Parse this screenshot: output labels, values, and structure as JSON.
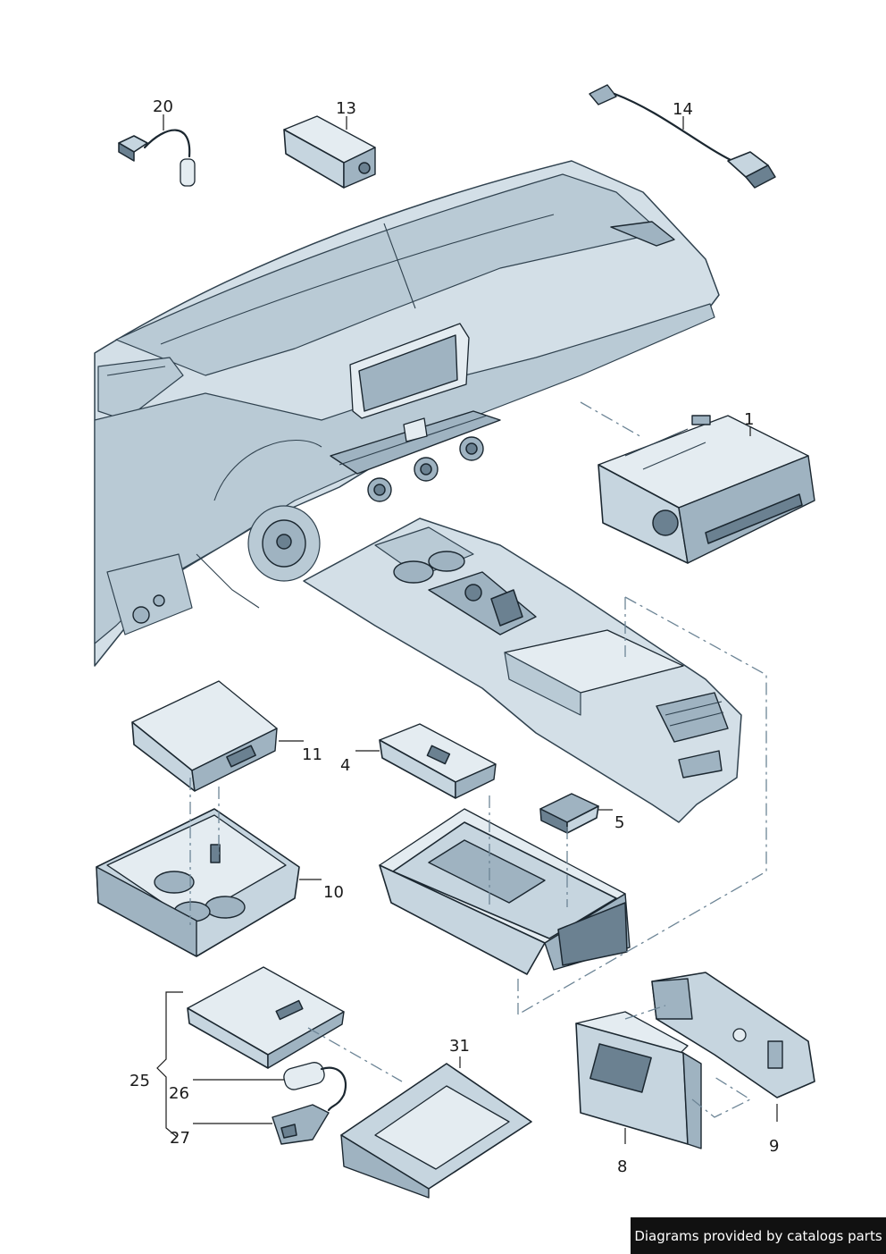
{
  "callouts": [
    {
      "id": "callout-1",
      "number": "1"
    },
    {
      "id": "callout-4",
      "number": "4"
    },
    {
      "id": "callout-5",
      "number": "5"
    },
    {
      "id": "callout-8",
      "number": "8"
    },
    {
      "id": "callout-9",
      "number": "9"
    },
    {
      "id": "callout-10",
      "number": "10"
    },
    {
      "id": "callout-11",
      "number": "11"
    },
    {
      "id": "callout-13",
      "number": "13"
    },
    {
      "id": "callout-14",
      "number": "14"
    },
    {
      "id": "callout-20",
      "number": "20"
    },
    {
      "id": "callout-25",
      "number": "25"
    },
    {
      "id": "callout-26",
      "number": "26"
    },
    {
      "id": "callout-27",
      "number": "27"
    },
    {
      "id": "callout-31",
      "number": "31"
    }
  ],
  "footer": {
    "text": "Diagrams provided by catalogs parts"
  },
  "colors": {
    "part_fill": "#c6d5df",
    "part_dark": "#6b8191",
    "outline": "#1b2730",
    "dash_leader": "#6d8596",
    "footer_bg": "#111111",
    "footer_text": "#ffffff"
  }
}
